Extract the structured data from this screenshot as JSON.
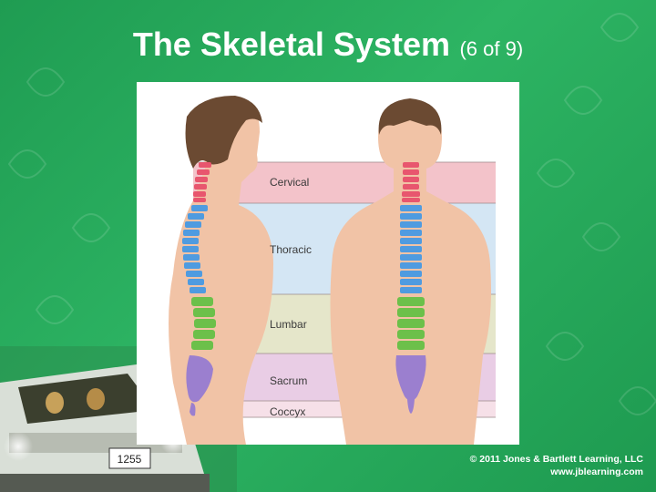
{
  "slide": {
    "title_main": "The Skeletal System",
    "title_sub": "(6 of 9)"
  },
  "regions": [
    {
      "label": "Cervical",
      "color": "#f2bcc4",
      "bone_color": "#e8566e"
    },
    {
      "label": "Thoracic",
      "color": "#cfe3f3",
      "bone_color": "#4f9be0"
    },
    {
      "label": "Lumbar",
      "color": "#e2e3c4",
      "bone_color": "#6cc04a"
    },
    {
      "label": "Sacrum",
      "color": "#e7c8e2",
      "bone_color": "#9b7fcf"
    },
    {
      "label": "Coccyx",
      "color": "#f5dde6",
      "bone_color": "#9b7fcf"
    }
  ],
  "ambulance_plate": "1255",
  "copyright": {
    "line1": "© 2011 Jones & Bartlett Learning, LLC",
    "line2": "www.jblearning.com"
  }
}
